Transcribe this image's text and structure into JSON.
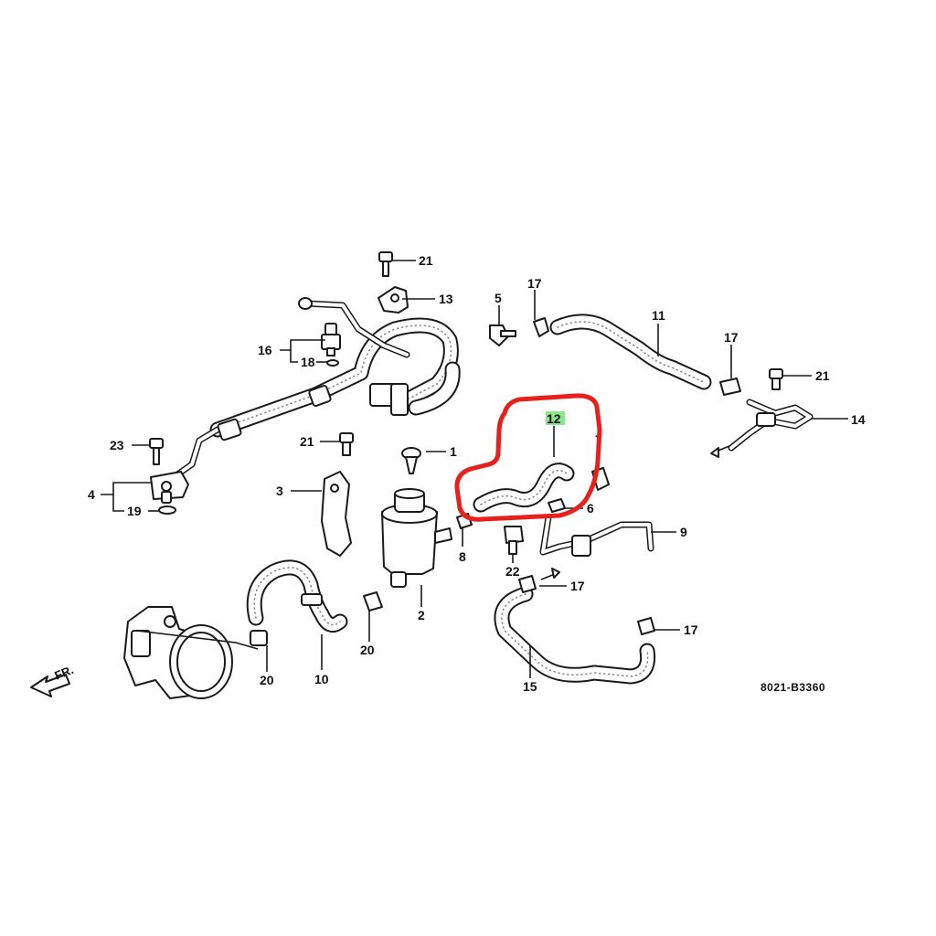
{
  "diagram_code": "8021-B3360",
  "front_indicator": "FR.",
  "highlight_color": "#e8201c",
  "highlight_label_color": "#8ee68a",
  "callouts": {
    "c21a": "21",
    "c13": "13",
    "c5": "5",
    "c17a": "17",
    "c11": "11",
    "c17b": "17",
    "c21b": "21",
    "c14": "14",
    "c16": "16",
    "c18": "18",
    "c23": "23",
    "c21c": "21",
    "c1": "1",
    "c12": "12",
    "c7": "7",
    "c4": "4",
    "c3": "3",
    "c6": "6",
    "c19": "19",
    "c8": "8",
    "c9": "9",
    "c22": "22",
    "c17c": "17",
    "c2": "2",
    "c20a": "20",
    "c17d": "17",
    "c20b": "20",
    "c10": "10",
    "c15": "15"
  }
}
